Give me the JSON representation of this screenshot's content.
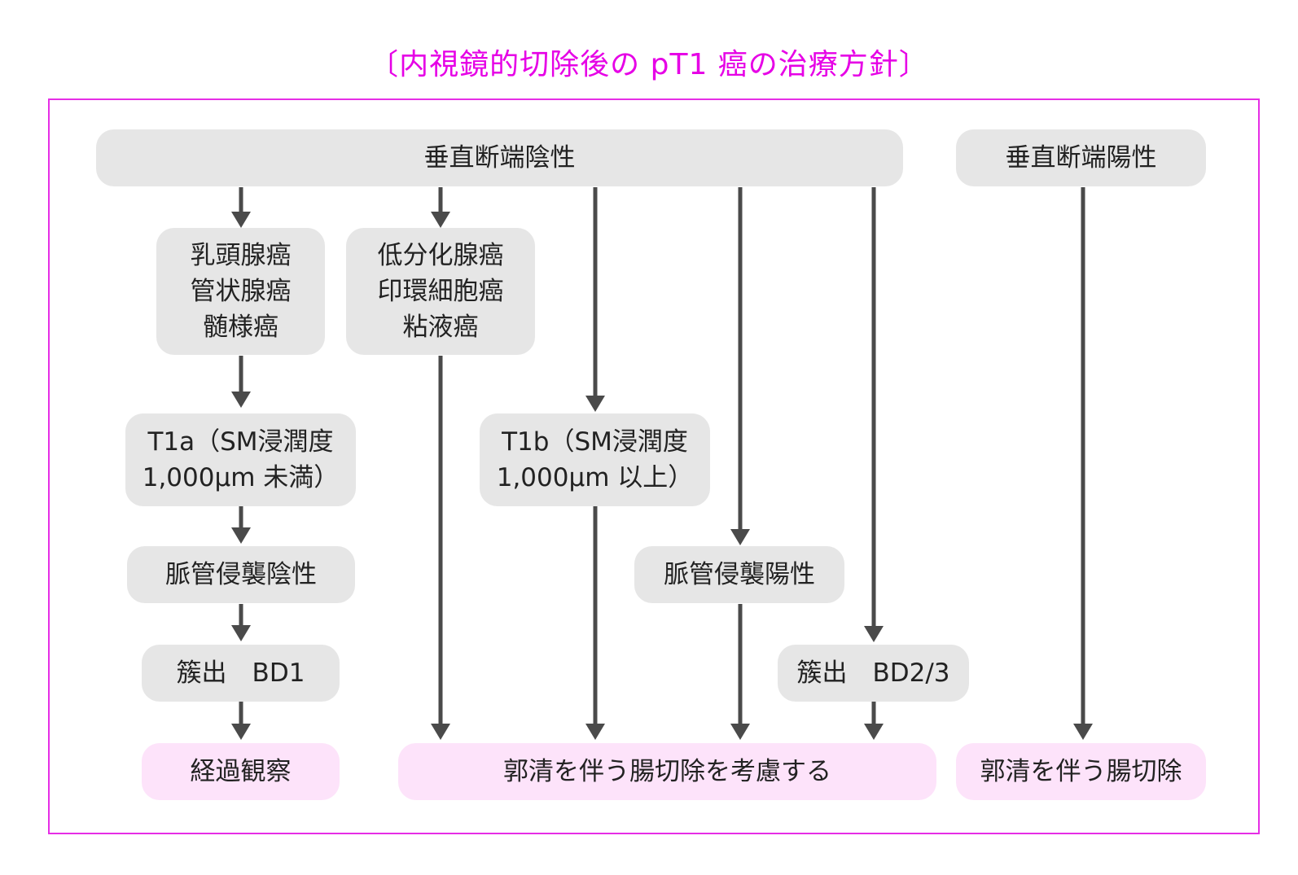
{
  "title": "〔内視鏡的切除後の pT1 癌の治療方針〕",
  "nodes": {
    "vertical_margin_negative": "垂直断端陰性",
    "vertical_margin_positive": "垂直断端陽性",
    "differentiated_types": "乳頭腺癌\n管状腺癌\n髄様癌",
    "undifferentiated_types": "低分化腺癌\n印環細胞癌\n粘液癌",
    "t1a": "T1a（SM浸潤度\n1,000μm 未満）",
    "t1b": "T1b（SM浸潤度\n1,000μm 以上）",
    "vessel_invasion_negative": "脈管侵襲陰性",
    "vessel_invasion_positive": "脈管侵襲陽性",
    "budding_bd1": "簇出　BD1",
    "budding_bd23": "簇出　BD2/3",
    "follow_up": "経過観察",
    "consider_resection": "郭清を伴う腸切除を考慮する",
    "resection": "郭清を伴う腸切除"
  },
  "colors": {
    "accent": "#e600e6",
    "frame": "#e62ee6",
    "node_bg": "#e6e6e6",
    "outcome_bg": "#fde3fa",
    "arrow": "#4a4a4a"
  }
}
